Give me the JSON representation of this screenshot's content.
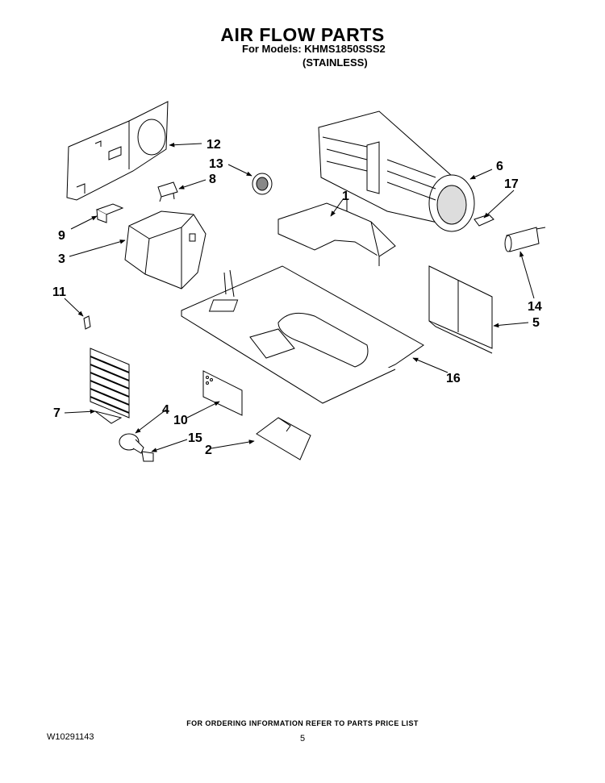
{
  "header": {
    "title": "AIR FLOW PARTS",
    "models_line": "For Models: KHMS1850SSS2",
    "finish_line": "(STAINLESS)"
  },
  "callouts": [
    "1",
    "2",
    "3",
    "4",
    "5",
    "6",
    "7",
    "8",
    "9",
    "10",
    "11",
    "12",
    "13",
    "14",
    "15",
    "16",
    "17"
  ],
  "footer": {
    "ordering_note": "FOR ORDERING INFORMATION REFER TO PARTS PRICE LIST",
    "doc_number": "W10291143",
    "page_number": "5"
  }
}
